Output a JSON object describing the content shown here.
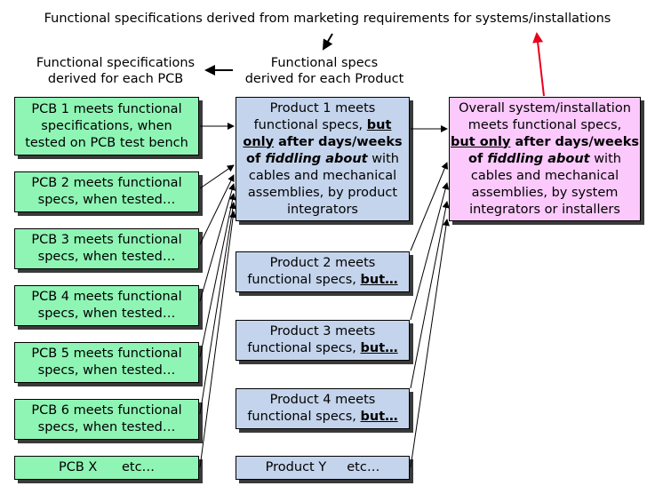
{
  "title": "Functional specifications derived from marketing requirements for systems/installations",
  "pcb_header": [
    "Functional specifications",
    "derived for each PCB"
  ],
  "product_header": [
    "Functional specs",
    "derived for each Product"
  ],
  "pcbs": [
    {
      "lines": [
        "PCB 1 meets functional",
        "specifications, when",
        "tested on PCB test bench"
      ]
    },
    {
      "lines": [
        "PCB 2 meets functional",
        "specs, when tested…"
      ]
    },
    {
      "lines": [
        "PCB 3 meets functional",
        "specs, when tested…"
      ]
    },
    {
      "lines": [
        "PCB 4 meets functional",
        "specs, when tested…"
      ]
    },
    {
      "lines": [
        "PCB 5 meets functional",
        "specs, when tested…"
      ]
    },
    {
      "lines": [
        "PCB 6 meets functional",
        "specs, when tested…"
      ]
    },
    {
      "lines": [
        "PCB X      etc…"
      ]
    }
  ],
  "product1": {
    "line1": "Product 1 meets",
    "line2a": "functional specs, ",
    "line2b": "but",
    "line3a": "only",
    "line3b": " after days/weeks",
    "line4a": "of ",
    "line4b": "fiddling about",
    "line4c": " with",
    "line5": "cables and mechanical",
    "line6": "assemblies, by product",
    "line7": "integrators"
  },
  "products": [
    {
      "line1": "Product 2 meets",
      "line2a": "functional specs, ",
      "line2b": "but…"
    },
    {
      "line1": "Product 3 meets",
      "line2a": "functional specs, ",
      "line2b": "but…"
    },
    {
      "line1": "Product 4 meets",
      "line2a": "functional specs, ",
      "line2b": "but…"
    }
  ],
  "product_y": "Product Y     etc…",
  "system": {
    "line1": "Overall system/installation",
    "line2": "meets functional specs,",
    "line3a": "but only",
    "line3b": " after days/weeks",
    "line4a": "of ",
    "line4b": "fiddling about",
    "line4c": " with",
    "line5": "cables and mechanical",
    "line6": "assemblies, by system",
    "line7": "integrators or installers"
  },
  "colors": {
    "pcb_fill": "#8ff5b5",
    "product_fill": "#c4d4ec",
    "system_fill": "#fbc9fb",
    "feedback_arrow": "#e8001c"
  }
}
